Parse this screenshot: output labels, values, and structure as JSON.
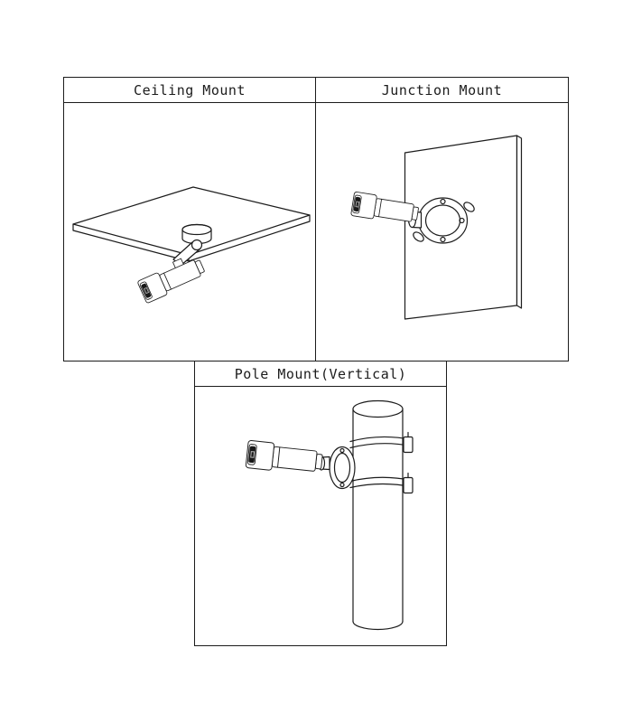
{
  "page": {
    "background": "#ffffff"
  },
  "colors": {
    "line": "#1c1c1c",
    "lens_dark": "#171717",
    "lens_inner": "#a8a8a8",
    "border": "#1c1c1c"
  },
  "panels": [
    {
      "id": "ceiling",
      "title": "Ceiling Mount"
    },
    {
      "id": "junction",
      "title": "Junction Mount"
    },
    {
      "id": "pole",
      "title": "Pole Mount(Vertical)"
    }
  ]
}
